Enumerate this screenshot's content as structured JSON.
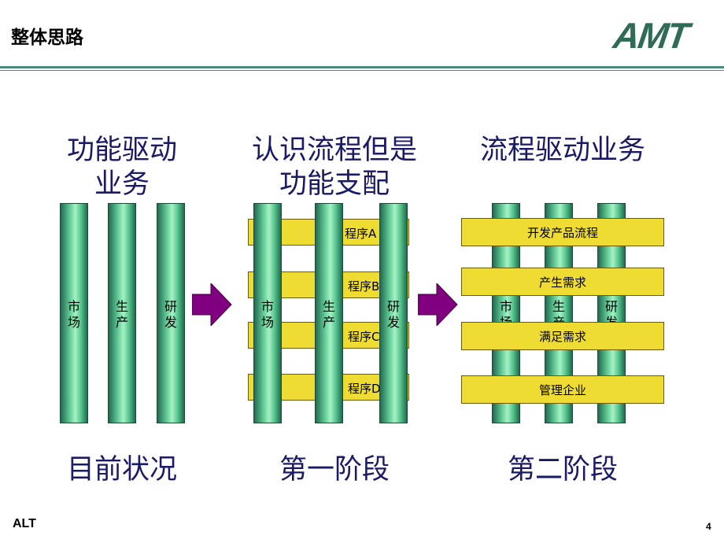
{
  "header": {
    "title": "整体思路",
    "logo": "AMT"
  },
  "columns": [
    {
      "heading_line1": "功能驱动",
      "heading_line2": "业务",
      "stage": "目前状况",
      "pillars": [
        {
          "l1": "市",
          "l2": "场"
        },
        {
          "l1": "生",
          "l2": "产"
        },
        {
          "l1": "研",
          "l2": "发"
        }
      ]
    },
    {
      "heading_line1": "认识流程但是",
      "heading_line2": "功能支配",
      "stage": "第一阶段",
      "pillars": [
        {
          "l1": "市",
          "l2": "场"
        },
        {
          "l1": "生",
          "l2": "产"
        },
        {
          "l1": "研",
          "l2": "发"
        }
      ],
      "bars": [
        "程序A",
        "程序B",
        "程序C",
        "程序D"
      ]
    },
    {
      "heading_line1": "流程驱动业务",
      "stage": "第二阶段",
      "pillars": [
        {
          "l1": "市",
          "l2": "场"
        },
        {
          "l1": "生",
          "l2": "产"
        },
        {
          "l1": "研",
          "l2": "发"
        }
      ],
      "bars": [
        "开发产品流程",
        "产生需求",
        "满足需求",
        "管理企业"
      ]
    }
  ],
  "colors": {
    "arrow": "#800080",
    "bar": "#eedc32",
    "pillar": "#6fd8a0",
    "heading": "#1a1a66"
  },
  "footer": {
    "left": "ALT",
    "page": "4"
  }
}
